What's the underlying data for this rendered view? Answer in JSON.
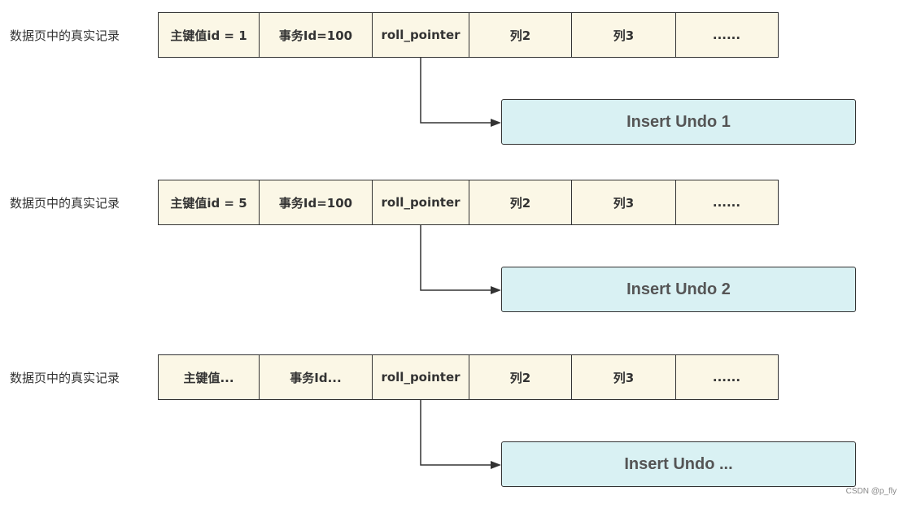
{
  "rows": [
    {
      "label": "数据页中的真实记录",
      "cells": [
        "主键值id = 1",
        "事务Id=100",
        "roll_pointer",
        "列2",
        "列3",
        "......"
      ],
      "undo": "Insert Undo 1"
    },
    {
      "label": "数据页中的真实记录",
      "cells": [
        "主键值id = 5",
        "事务Id=100",
        "roll_pointer",
        "列2",
        "列3",
        "......"
      ],
      "undo": "Insert Undo 2"
    },
    {
      "label": "数据页中的真实记录",
      "cells": [
        "主键值...",
        "事务Id...",
        "roll_pointer",
        "列2",
        "列3",
        "......"
      ],
      "undo": "Insert Undo ..."
    }
  ],
  "watermark": "CSDN @p_fly",
  "colors": {
    "cell_fill": "#fbf7e6",
    "undo_fill": "#d9f1f3",
    "stroke": "#333333"
  }
}
